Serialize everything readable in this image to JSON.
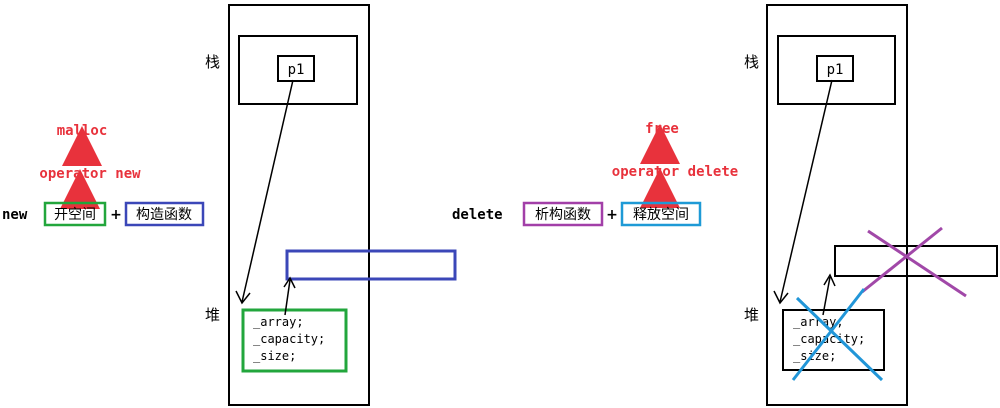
{
  "colors": {
    "black": "#000000",
    "red": "#e8323c",
    "green": "#22a63c",
    "blue": "#3b47b8",
    "purple": "#a23fa8",
    "cyan": "#1e9ad6",
    "purple_cross": "#a148a8",
    "cyan_cross": "#2196d8"
  },
  "left": {
    "stack_label": "栈",
    "heap_label": "堆",
    "pointer_label": "p1",
    "call_chain": {
      "malloc": "malloc",
      "operator_new": "operator new"
    },
    "expression": {
      "keyword": "new",
      "alloc_box": "开空间",
      "plus": "+",
      "ctor_box": "构造函数"
    },
    "object_fields": [
      "_array;",
      "_capacity;",
      "_size;"
    ]
  },
  "right": {
    "stack_label": "栈",
    "heap_label": "堆",
    "pointer_label": "p1",
    "call_chain": {
      "free": "free",
      "operator_delete": "operator delete"
    },
    "expression": {
      "keyword": "delete",
      "dtor_box": "析构函数",
      "plus": "+",
      "release_box": "释放空间"
    },
    "object_fields": [
      "_array;",
      "_capacity;",
      "_size;"
    ]
  }
}
